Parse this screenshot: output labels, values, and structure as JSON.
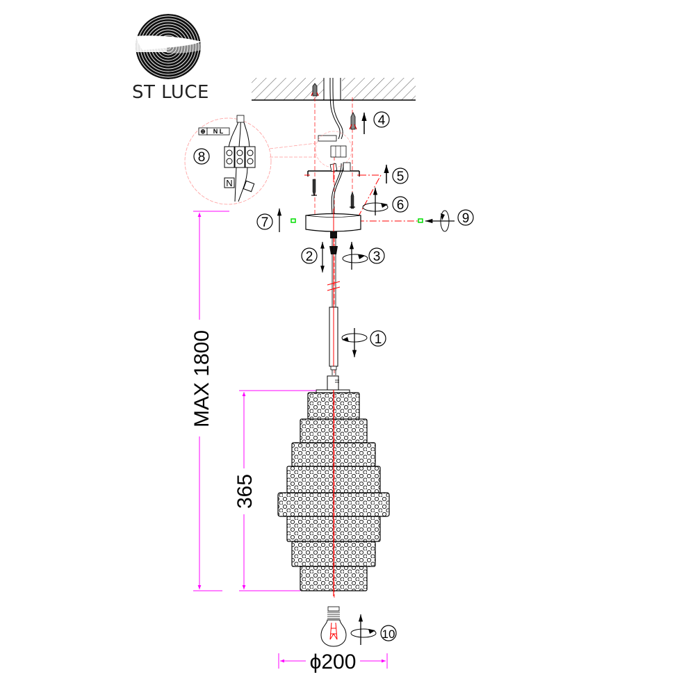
{
  "brand": {
    "name": "ST LUCE",
    "logo_icon": "swirl-s-logo-icon"
  },
  "dimensions": {
    "max_height_label": "MAX 1800",
    "shade_height_label": "365",
    "diameter_label": "ϕ200",
    "dimension_color": "#ff00ff"
  },
  "terminal": {
    "label": "N L",
    "earth_symbol": "⊕",
    "neutral_tag": "N",
    "earth_tag": "⏚"
  },
  "steps": [
    {
      "id": "1",
      "label": "1",
      "description": "rotate-rod"
    },
    {
      "id": "2",
      "label": "2",
      "description": "slide-adjust"
    },
    {
      "id": "3",
      "label": "3",
      "description": "rotate-fix"
    },
    {
      "id": "4",
      "label": "4",
      "description": "insert-dowel"
    },
    {
      "id": "5",
      "label": "5",
      "description": "mount-bracket"
    },
    {
      "id": "6",
      "label": "6",
      "description": "screw-bracket"
    },
    {
      "id": "7",
      "label": "7",
      "description": "lift-canopy"
    },
    {
      "id": "8",
      "label": "8",
      "description": "wiring-detail"
    },
    {
      "id": "9",
      "label": "9",
      "description": "fasten-side-screw"
    },
    {
      "id": "10",
      "label": "10",
      "description": "install-bulb"
    }
  ],
  "colors": {
    "guide_red": "#ff0000",
    "screw_green": "#00dd00",
    "line_black": "#000000"
  }
}
